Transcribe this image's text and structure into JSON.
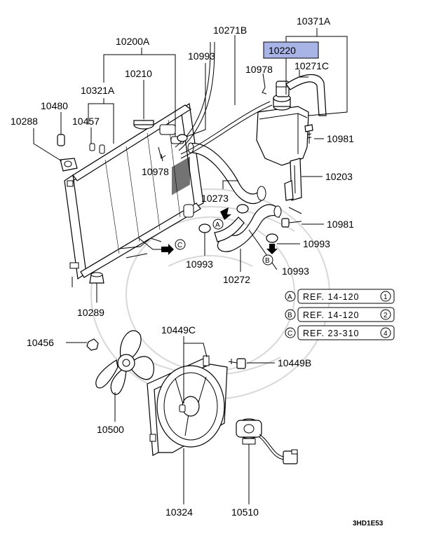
{
  "diagram": {
    "highlight_color": "#a9b4e6",
    "parts": {
      "p10371a": "10371A",
      "p10220": "10220",
      "p10271b": "10271B",
      "p10271c": "10271C",
      "p10200a": "10200A",
      "p10993a": "10993",
      "p10978a": "10978",
      "p10210": "10210",
      "p10321a": "10321A",
      "p10480": "10480",
      "p10457": "10457",
      "p10288": "10288",
      "p10981a": "10981",
      "p10978b": "10978",
      "p10203": "10203",
      "p10273": "10273",
      "p10981b": "10981",
      "p10993b": "10993",
      "p10993c": "10993",
      "p10272": "10272",
      "p10993d": "10993",
      "p10289": "10289",
      "p10456": "10456",
      "p10449c": "10449C",
      "p10449b": "10449B",
      "p10500": "10500",
      "p10324": "10324",
      "p10510": "10510"
    },
    "refs": [
      {
        "letter": "A",
        "text": "REF. 14-120",
        "num": "1"
      },
      {
        "letter": "B",
        "text": "REF. 14-120",
        "num": "2"
      },
      {
        "letter": "C",
        "text": "REF. 23-310",
        "num": "4"
      }
    ],
    "callouts": {
      "a": "A",
      "b": "B",
      "c": "C"
    },
    "code": "3HD1E53"
  }
}
